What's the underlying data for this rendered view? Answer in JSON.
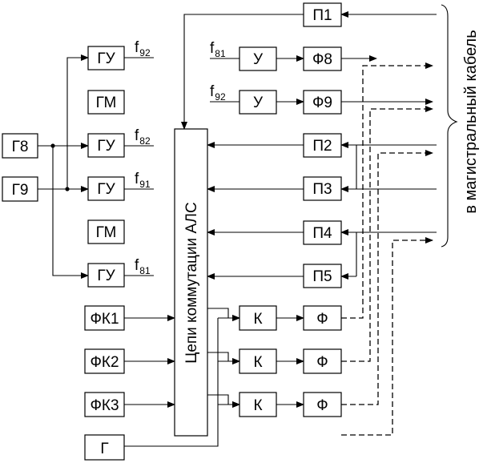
{
  "blocks": {
    "p1": "П1",
    "p2": "П2",
    "p3": "П3",
    "p4": "П4",
    "p5": "П5",
    "f8": "Ф8",
    "f9": "Ф9",
    "u1": "У",
    "u2": "У",
    "g8": "Г8",
    "g9": "Г9",
    "gu1": "ГУ",
    "gu2": "ГУ",
    "gu3": "ГУ",
    "gu4": "ГУ",
    "gm1": "ГМ",
    "gm2": "ГМ",
    "fk1": "ФК1",
    "fk2": "ФК2",
    "fk3": "ФК3",
    "g": "Г",
    "k1": "К",
    "k2": "К",
    "k3": "К",
    "ff1": "Ф",
    "ff2": "Ф",
    "ff3": "Ф"
  },
  "als_label": "Цепи коммутации АЛС",
  "cable_label": "в магистральный кабель",
  "signals": {
    "s1": {
      "main": "f",
      "sub": "92"
    },
    "s2": {
      "main": "f",
      "sub": "82"
    },
    "s3": {
      "main": "f",
      "sub": "91"
    },
    "s4": {
      "main": "f",
      "sub": "81"
    },
    "s5": {
      "main": "f",
      "sub": "81"
    },
    "s6": {
      "main": "f",
      "sub": "92"
    }
  }
}
